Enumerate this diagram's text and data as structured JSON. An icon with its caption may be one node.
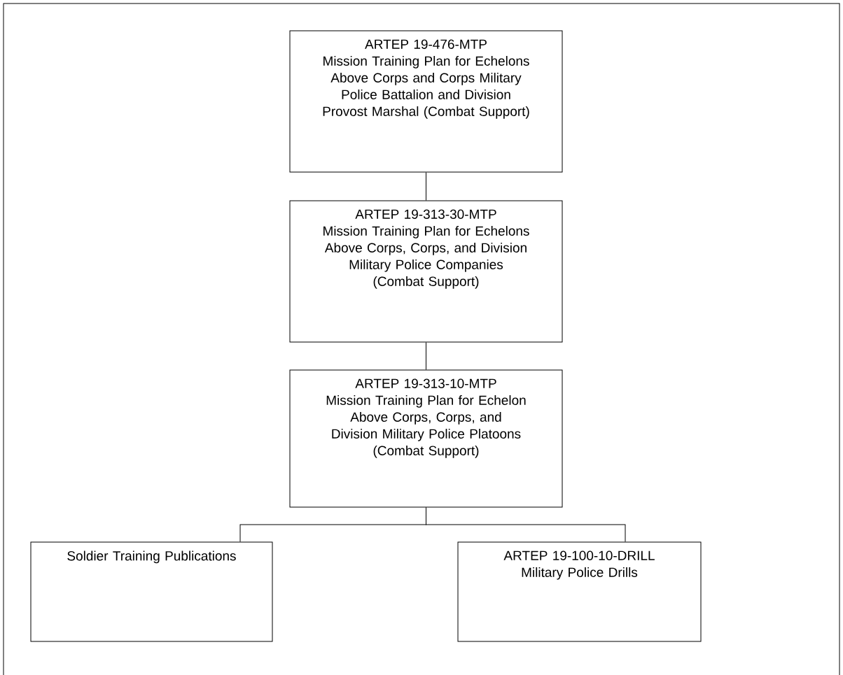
{
  "diagram": {
    "nodes": [
      {
        "text": [
          "ARTEP 19-476-MTP",
          "Mission Training Plan for Echelons Above Corps and Corps Military Police Battalion and Division Provost Marshal (Combat Support)"
        ]
      },
      {
        "text": [
          "ARTEP 19-313-30-MTP",
          "Mission Training Plan for Echelons Above Corps, Corps, and Division Military Police Companies",
          "(Combat Support)"
        ]
      },
      {
        "text": [
          "ARTEP 19-313-10-MTP",
          "Mission Training Plan for Echelon Above Corps, Corps, and Division Military Police Platoons",
          "(Combat Support)"
        ]
      },
      {
        "text": [
          "Soldier Training Publications"
        ]
      },
      {
        "text": [
          "ARTEP 19-100-10-DRILL",
          "Military Police Drills"
        ]
      }
    ],
    "edges": [
      {
        "from": 0,
        "to": 1,
        "arrow": "none"
      },
      {
        "from": 1,
        "to": 2,
        "arrow": "none"
      },
      {
        "from": 2,
        "to": 3,
        "arrow": "none"
      },
      {
        "from": 2,
        "to": 4,
        "arrow": "none"
      }
    ]
  }
}
